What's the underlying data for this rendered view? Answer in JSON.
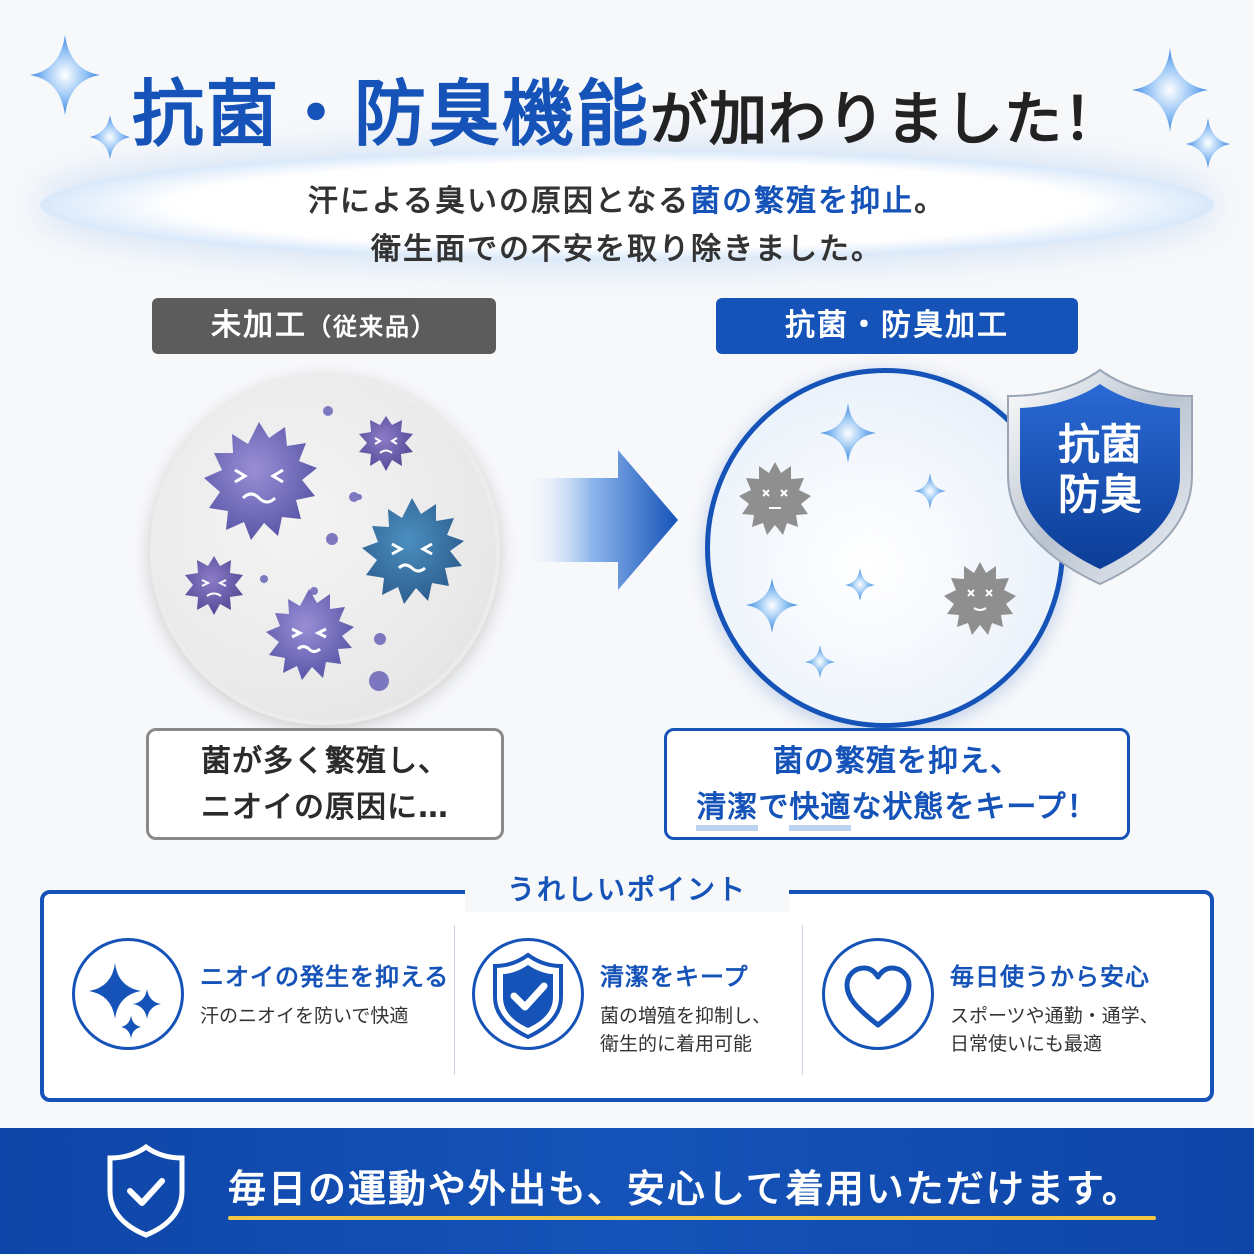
{
  "header": {
    "title_highlight": "抗菌・防臭機能",
    "title_rest": "が加わりました！",
    "subtitle_line1_pre": "汗による臭いの原因となる",
    "subtitle_line1_highlight": "菌の繁殖を抑止",
    "subtitle_line1_post": "。",
    "subtitle_line2": "衛生面での不安を取り除きました。"
  },
  "compare": {
    "left_label": "未加工",
    "left_label_sub": "（従来品）",
    "right_label": "抗菌・防臭加工",
    "badge_line1": "抗菌",
    "badge_line2": "防臭",
    "left_caption_line1": "菌が多く繁殖し、",
    "left_caption_line2": "ニオイの原因に…",
    "right_caption_line1": "菌の繁殖を抑え、",
    "right_caption_hl1": "清潔",
    "right_caption_mid1": "で",
    "right_caption_hl2": "快適",
    "right_caption_end": "な状態をキープ！"
  },
  "points": {
    "title": "うれしいポイント",
    "items": [
      {
        "icon": "sparkle-icon",
        "title": "ニオイの発生を抑える",
        "desc1": "汗のニオイを防いで快適",
        "desc2": ""
      },
      {
        "icon": "shield-check-icon",
        "title": "清潔をキープ",
        "desc1": "菌の増殖を抑制し、",
        "desc2": "衛生的に着用可能"
      },
      {
        "icon": "heart-icon",
        "title": "毎日使うから安心",
        "desc1": "スポーツや通勤・通学、",
        "desc2": "日常使いにも最適"
      }
    ]
  },
  "footer": {
    "text": "毎日の運動や外出も、安心して着用いただけます。"
  },
  "colors": {
    "brand_blue": "#1553b8",
    "gray_label": "#5c5c5c",
    "footer_underline": "#f2c744"
  }
}
